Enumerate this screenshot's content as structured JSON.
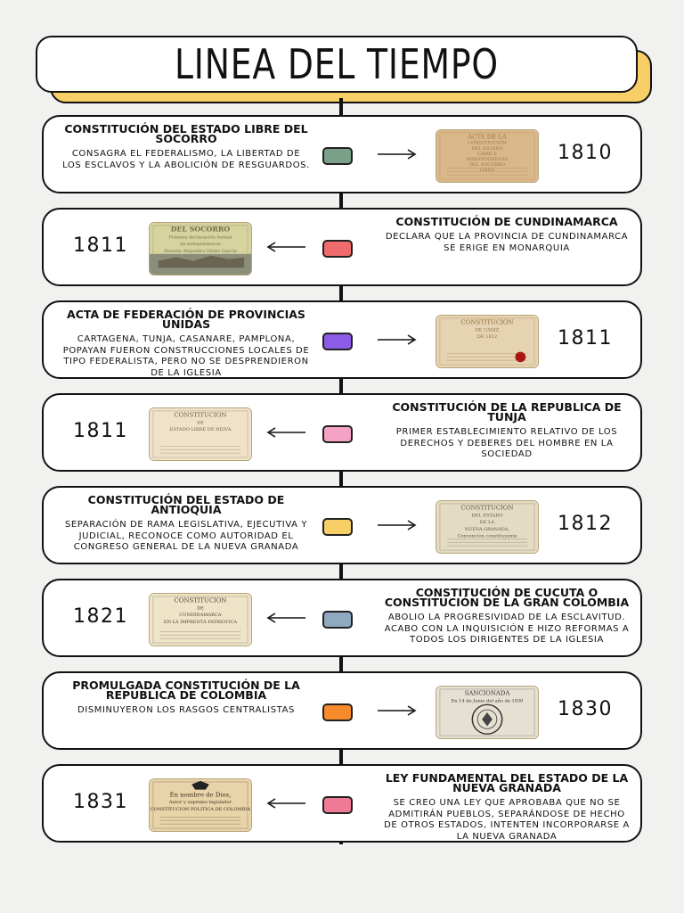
{
  "title": "LINEA DEL TIEMPO",
  "events": [
    {
      "year": "1810",
      "title": "Constitución del Estado Libre del Socorro",
      "description": "Consagra el federalismo, la libertad de los esclavos y la abolición de resguardos.",
      "marker_color": "#7aa08a",
      "image": "acta-independencia-socorro-document",
      "image_text": [
        "ACTA DE LA",
        "CONSTITUCIÓN",
        "DEL ESTADO",
        "LIBRE E",
        "INDEPENDIENTE",
        "DEL SOCORRO",
        "(1810)"
      ]
    },
    {
      "year": "1811",
      "title": "Constitución de Cundinamarca",
      "description": "Declara que la provincia de Cundinamarca se erige en monarquia",
      "marker_color": "#f06b6b",
      "image": "book-cover-socorro",
      "image_text": [
        "DEL SOCORRO",
        "Primera declaración formal",
        "de independencia",
        "Hernán Alejandro Olano García"
      ]
    },
    {
      "year": "1811",
      "title": "Acta de Federación de Provincias Unidas",
      "description": "Cartagena, Tunja, Casanare, Pamplona, Popayan fueron construcciones locales de tipo federalista, pero no se desprendieron de la iglesia",
      "marker_color": "#8c5be8",
      "image": "constitucion-cadiz-document",
      "image_text": [
        "CONSTITUCIÓN",
        "DE CÁDIZ",
        "DE 1812"
      ]
    },
    {
      "year": "1811",
      "title": "Constitución de la Republica de Tunja",
      "description": "Primer establecimiento relativo de los derechos y deberes del hombre en la sociedad",
      "marker_color": "#f4a3c5",
      "image": "constitucion-estado-neiva-document",
      "image_text": [
        "CONSTITUCION",
        "DE",
        "ESTADO LIBRE DE NEIVA"
      ]
    },
    {
      "year": "1812",
      "title": "Constitución del Estado de Antioquia",
      "description": "Separación de rama legislativa, ejecutiva y judicial, reconoce como autoridad el congreso general de la nueva granada",
      "marker_color": "#f8cf67",
      "image": "constitucion-nueva-granada-document",
      "image_text": [
        "CONSTITUCION",
        "DEL ESTADO",
        "DE LA",
        "NUEVA GRANADA,",
        "Convencion constituyente"
      ]
    },
    {
      "year": "1821",
      "title": "Constitución de Cucuta o Constitución de la Gran Colombia",
      "description": "Abolio la progresividad de la esclavitud. Acabo con la inquisición e hizo reformas a todos los dirigentes de la iglesia",
      "marker_color": "#8fa9c0",
      "image": "constitucion-cundinamarca-document",
      "image_text": [
        "CONSTITUCION",
        "DE",
        "CUNDINAMARCA",
        "EN LA IMPRENTA PATRIOTICA"
      ]
    },
    {
      "year": "1830",
      "title": "Promulgada Constitución de la Republica de Colombia",
      "description": "Disminuyeron los rasgos centralistas",
      "marker_color": "#f78a2a",
      "image": "sealed-constitution-document",
      "image_text": [
        "SANCIONADA",
        "En 14 de Junio del año de 1830"
      ]
    },
    {
      "year": "1831",
      "title": "Ley Fundamental del Estado de la Nueva Granada",
      "description": "Se creo una ley que aprobaba que no se admitirán pueblos, separándose de hecho de otros estados, intenten incorporarse a la nueva granada",
      "marker_color": "#f07a96",
      "image": "nueva-granada-constitution-with-coat-of-arms",
      "image_text": [
        "En nombre de Dios,",
        "Autor y supremo legislador",
        "CONSTITUCION POLITICA DE COLOMBIA"
      ]
    }
  ]
}
